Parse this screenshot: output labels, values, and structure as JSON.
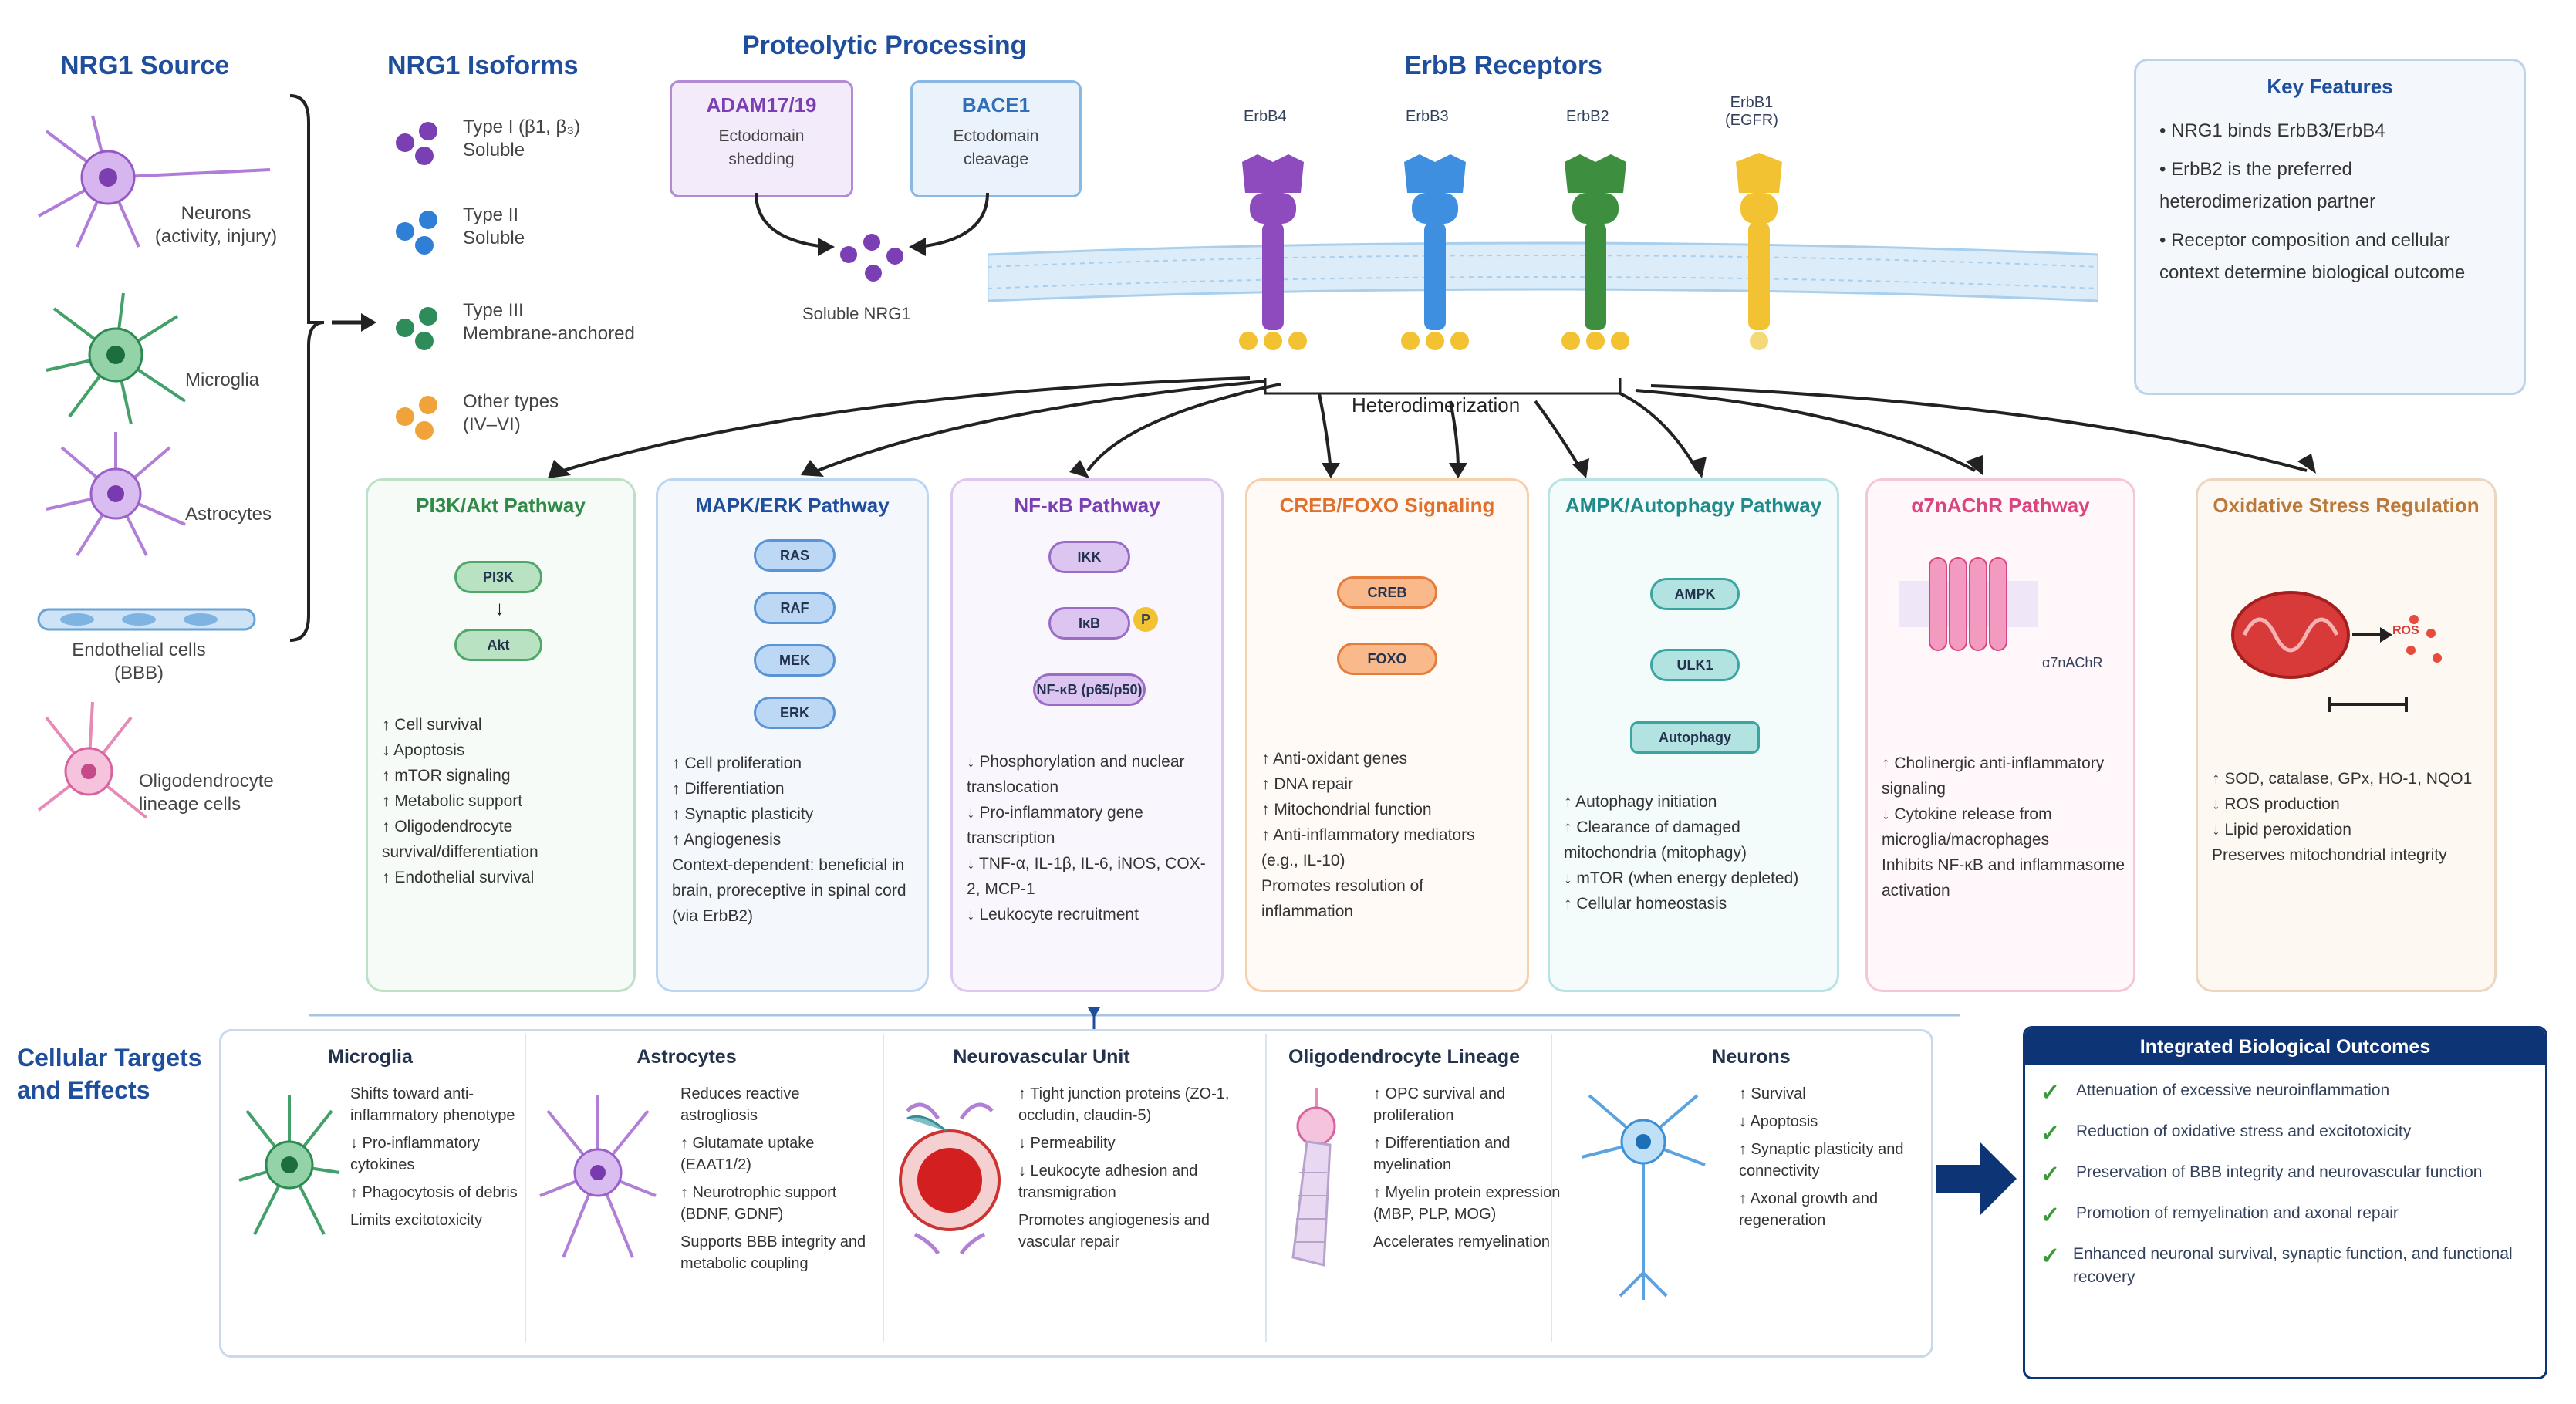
{
  "colors": {
    "erbb4": "#8e4bbd",
    "erbb3": "#3f8fe0",
    "erbb2": "#3d8f3f",
    "erbb1": "#f2c233",
    "membrane": "#bcdcf3",
    "navy": "#0d3475"
  },
  "sections": {
    "source": "NRG1 Source",
    "isoforms": "NRG1 Isoforms",
    "processing": "Proteolytic Processing",
    "receptors": "ErbB Receptors"
  },
  "sources": [
    {
      "line1": "Neurons",
      "line2": "(activity, injury)"
    },
    {
      "line1": "Microglia",
      "line2": ""
    },
    {
      "line1": "Astrocytes",
      "line2": ""
    },
    {
      "line1": "Endothelial cells",
      "line2": "(BBB)"
    },
    {
      "line1": "Oligodendrocyte",
      "line2": "lineage cells"
    }
  ],
  "isoforms": [
    {
      "name": "Type I (β1, β₃)",
      "desc": "Soluble"
    },
    {
      "name": "Type II",
      "desc": "Soluble"
    },
    {
      "name": "Type III",
      "desc": "Membrane-anchored"
    },
    {
      "name": "Other types",
      "desc": "(IV–VI)"
    }
  ],
  "enzymes": [
    {
      "name": "ADAM17/19",
      "desc1": "Ectodomain",
      "desc2": "shedding"
    },
    {
      "name": "BACE1",
      "desc1": "Ectodomain",
      "desc2": "cleavage"
    }
  ],
  "soluble_label": "Soluble NRG1",
  "receptors": [
    {
      "name": "ErbB4",
      "sub": ""
    },
    {
      "name": "ErbB3",
      "sub": ""
    },
    {
      "name": "ErbB2",
      "sub": ""
    },
    {
      "name": "ErbB1",
      "sub": "(EGFR)"
    }
  ],
  "phospho": "P",
  "heterodimerization": "Heterodimerization",
  "key_features": {
    "title": "Key Features",
    "items": [
      "NRG1 binds ErbB3/ErbB4",
      "ErbB2 is the preferred heterodimerization partner",
      "Receptor composition and cellular context determine biological outcome"
    ]
  },
  "pathways": [
    {
      "title": "PI3K/Akt Pathway",
      "nodes": [
        "PI3K",
        "Akt"
      ],
      "bullets": [
        "↑ Cell survival",
        "↓ Apoptosis",
        "↑ mTOR signaling",
        "↑ Metabolic support",
        "↑ Oligodendrocyte survival/differentiation",
        "↑ Endothelial survival"
      ]
    },
    {
      "title": "MAPK/ERK Pathway",
      "nodes": [
        "RAS",
        "RAF",
        "MEK",
        "ERK"
      ],
      "bullets": [
        "↑ Cell proliferation",
        "↑ Differentiation",
        "↑ Synaptic plasticity",
        "↑ Angiogenesis",
        "Context-dependent: beneficial in brain, proreceptive in spinal cord (via ErbB2)"
      ]
    },
    {
      "title": "NF-κB Pathway",
      "nodes": [
        "IKK",
        "IκB",
        "NF-κB (p65/p50)"
      ],
      "bullets": [
        "↓ Phosphorylation and nuclear translocation",
        "↓ Pro-inflammatory gene transcription",
        "↓ TNF-α, IL-1β, IL-6, iNOS, COX-2, MCP-1",
        "↓ Leukocyte recruitment"
      ]
    },
    {
      "title": "CREB/FOXO Signaling",
      "nodes": [
        "CREB",
        "FOXO"
      ],
      "bullets": [
        "↑ Anti-oxidant genes",
        "↑ DNA repair",
        "↑ Mitochondrial function",
        "↑ Anti-inflammatory mediators (e.g., IL-10)",
        "Promotes resolution of inflammation"
      ]
    },
    {
      "title": "AMPK/Autophagy Pathway",
      "nodes": [
        "AMPK",
        "ULK1",
        "Autophagy"
      ],
      "bullets": [
        "↑ Autophagy initiation",
        "↑ Clearance of damaged mitochondria (mitophagy)",
        "↓ mTOR (when energy depleted)",
        "↑ Cellular homeostasis"
      ]
    },
    {
      "title": "α7nAChR Pathway",
      "nodes": [
        "α7nAChR"
      ],
      "bullets": [
        "↑ Cholinergic anti-inflammatory signaling",
        "↓ Cytokine release from microglia/macrophages",
        "Inhibits NF-κB and inflammasome activation"
      ]
    },
    {
      "title": "Oxidative Stress Regulation",
      "nodes": [
        "ROS"
      ],
      "bullets": [
        "↑ SOD, catalase, GPx, HO-1, NQO1",
        "↓ ROS production",
        "↓ Lipid peroxidation",
        "Preserves mitochondrial integrity"
      ]
    }
  ],
  "targets_label": "Cellular Targets and Effects",
  "targets": [
    {
      "title": "Microglia",
      "bullets": [
        "Shifts toward anti-inflammatory phenotype",
        "↓ Pro-inflammatory cytokines",
        "↑ Phagocytosis of debris",
        "Limits excitotoxicity"
      ]
    },
    {
      "title": "Astrocytes",
      "bullets": [
        "Reduces reactive astrogliosis",
        "↑ Glutamate uptake (EAAT1/2)",
        "↑ Neurotrophic support (BDNF, GDNF)",
        "Supports BBB integrity and metabolic coupling"
      ]
    },
    {
      "title": "Neurovascular Unit",
      "bullets": [
        "↑ Tight junction proteins (ZO-1, occludin, claudin-5)",
        "↓ Permeability",
        "↓ Leukocyte adhesion and transmigration",
        "Promotes angiogenesis and vascular repair"
      ]
    },
    {
      "title": "Oligodendrocyte Lineage",
      "bullets": [
        "↑ OPC survival and proliferation",
        "↑ Differentiation and myelination",
        "↑ Myelin protein expression (MBP, PLP, MOG)",
        "Accelerates remyelination"
      ]
    },
    {
      "title": "Neurons",
      "bullets": [
        "↑ Survival",
        "↓ Apoptosis",
        "↑ Synaptic plasticity and connectivity",
        "↑ Axonal growth and regeneration"
      ]
    }
  ],
  "outcomes": {
    "title": "Integrated Biological Outcomes",
    "items": [
      "Attenuation of excessive neuroinflammation",
      "Reduction of oxidative stress and excitotoxicity",
      "Preservation of BBB integrity and neurovascular function",
      "Promotion of remyelination and axonal repair",
      "Enhanced neuronal survival, synaptic function, and functional recovery"
    ]
  }
}
